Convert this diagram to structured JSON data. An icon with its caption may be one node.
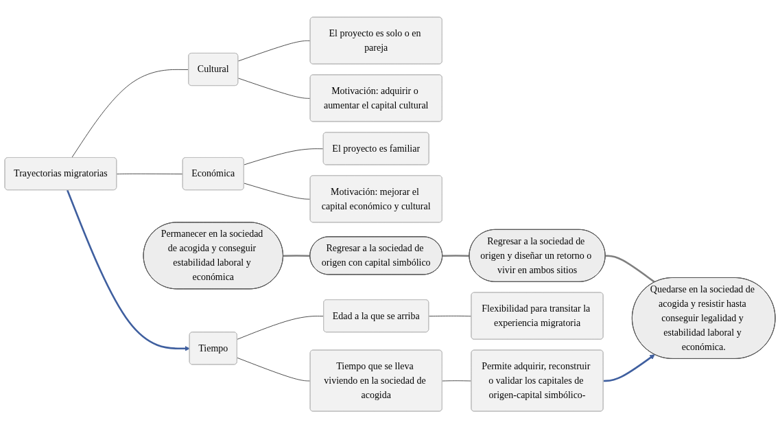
{
  "diagram": {
    "nodes": [
      {
        "text": [
          "Trayectorias migratorias"
        ]
      },
      {
        "text": [
          "Cultural"
        ]
      },
      {
        "text": [
          "Económica"
        ]
      },
      {
        "text": [
          "El proyecto es solo o en pareja"
        ]
      },
      {
        "text": [
          "Motivación: adquirir o aumentar el capital cultural"
        ]
      },
      {
        "text": [
          "El proyecto es familiar"
        ]
      },
      {
        "text": [
          "Motivación: mejorar el capital económico y cultural"
        ]
      },
      {
        "text": [
          "Permanecer en la sociedad de acogida y conseguir estabilidad laboral y económica"
        ]
      },
      {
        "text": [
          "Regresar a la sociedad de origen con capital simbólico"
        ]
      },
      {
        "text": [
          "Regresar a la sociedad de origen y diseñar un retorno o vivir en ambos sitios"
        ]
      },
      {
        "text": [
          "Quedarse en la sociedad de acogida y resistir hasta conseguir legalidad y estabilidad laboral y económica."
        ]
      },
      {
        "text": [
          "Tiempo"
        ]
      },
      {
        "text": [
          "Edad a la que se arriba"
        ]
      },
      {
        "text": [
          "Tiempo que se lleva viviendo en la sociedad de acogida"
        ]
      },
      {
        "text": [
          "Flexibilidad para transitar la experiencia migratoria"
        ]
      },
      {
        "text": [
          "Permite adquirir, reconstruir o validar los capitales de origen-capital simbólico-"
        ]
      }
    ],
    "edges": [
      {
        "from": 0,
        "to": 1,
        "arrow": "none"
      },
      {
        "from": 0,
        "to": 2,
        "arrow": "none"
      },
      {
        "from": 1,
        "to": 3,
        "arrow": "none"
      },
      {
        "from": 1,
        "to": 4,
        "arrow": "none"
      },
      {
        "from": 2,
        "to": 5,
        "arrow": "none"
      },
      {
        "from": 2,
        "to": 6,
        "arrow": "none"
      },
      {
        "from": 7,
        "to": 8,
        "arrow": "none",
        "style": "thick",
        "color": "#7f7f7f"
      },
      {
        "from": 8,
        "to": 9,
        "arrow": "none",
        "style": "thick",
        "color": "#7f7f7f"
      },
      {
        "from": 9,
        "to": 10,
        "arrow": "none",
        "style": "thick",
        "color": "#7f7f7f"
      },
      {
        "from": 0,
        "to": 11,
        "arrow": "to",
        "style": "thick",
        "color": "#3f5f9f"
      },
      {
        "from": 11,
        "to": 12,
        "arrow": "none"
      },
      {
        "from": 11,
        "to": 13,
        "arrow": "none"
      },
      {
        "from": 12,
        "to": 14,
        "arrow": "none"
      },
      {
        "from": 13,
        "to": 15,
        "arrow": "none"
      },
      {
        "from": 15,
        "to": 10,
        "arrow": "to",
        "style": "thick",
        "color": "#3f5f9f"
      }
    ]
  }
}
